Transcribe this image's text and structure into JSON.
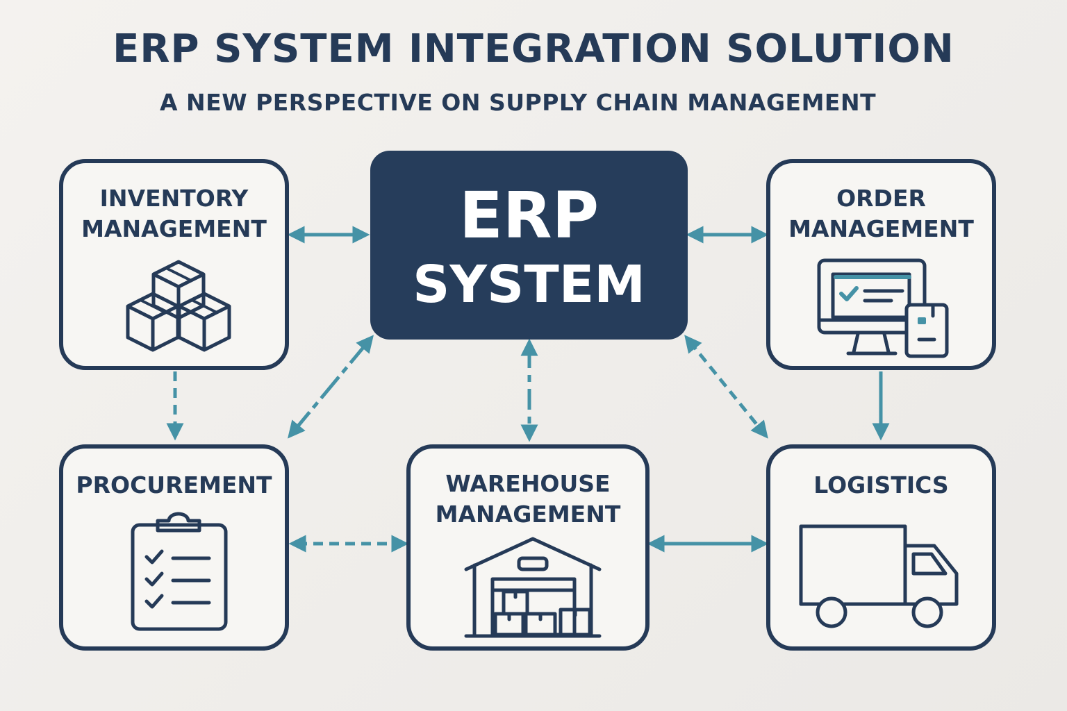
{
  "header": {
    "title": "ERP SYSTEM INTEGRATION SOLUTION",
    "subtitle": "A NEW PERSPECTIVE ON SUPPLY CHAIN MANAGEMENT"
  },
  "center": {
    "line1": "ERP",
    "line2": "SYSTEM"
  },
  "modules": {
    "inventory": {
      "line1": "INVENTORY",
      "line2": "MANAGEMENT",
      "icon": "boxes-icon"
    },
    "order": {
      "line1": "ORDER",
      "line2": "MANAGEMENT",
      "icon": "monitor-order-icon"
    },
    "procurement": {
      "line1": "PROCUREMENT",
      "icon": "clipboard-checklist-icon"
    },
    "warehouse": {
      "line1": "WAREHOUSE",
      "line2": "MANAGEMENT",
      "icon": "warehouse-icon"
    },
    "logistics": {
      "line1": "LOGISTICS",
      "icon": "truck-icon"
    }
  },
  "connections": [
    {
      "from": "inventory",
      "to": "erp",
      "style": "solid",
      "direction": "both"
    },
    {
      "from": "erp",
      "to": "order",
      "style": "solid",
      "direction": "both"
    },
    {
      "from": "inventory",
      "to": "procurement",
      "style": "dashed",
      "direction": "forward"
    },
    {
      "from": "order",
      "to": "logistics",
      "style": "solid",
      "direction": "forward"
    },
    {
      "from": "erp",
      "to": "procurement",
      "style": "dashed",
      "direction": "both"
    },
    {
      "from": "erp",
      "to": "warehouse",
      "style": "dashed",
      "direction": "both"
    },
    {
      "from": "erp",
      "to": "logistics",
      "style": "dashed",
      "direction": "both"
    },
    {
      "from": "procurement",
      "to": "warehouse",
      "style": "dashed",
      "direction": "both"
    },
    {
      "from": "warehouse",
      "to": "logistics",
      "style": "solid",
      "direction": "both"
    }
  ],
  "colors": {
    "navy": "#253a57",
    "teal": "#4592a6",
    "background": "#f1efec"
  }
}
